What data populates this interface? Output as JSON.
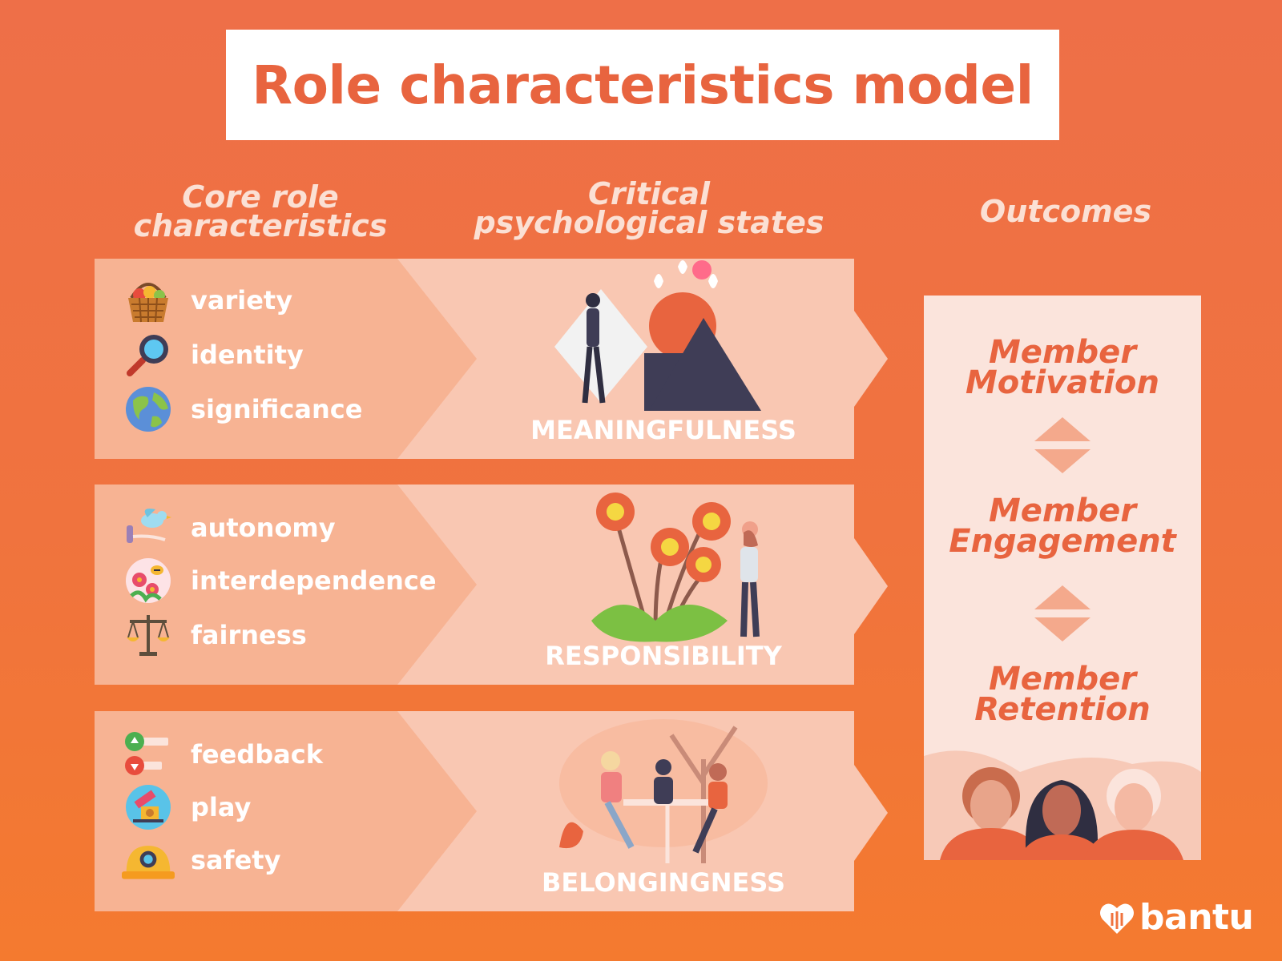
{
  "title": "Role characteristics model",
  "columns": {
    "core": [
      "Core role",
      "characteristics"
    ],
    "states": [
      "Critical",
      "psychological states"
    ],
    "outcomes": "Outcomes"
  },
  "rows": [
    {
      "items": [
        {
          "label": "variety",
          "icon": "basket-icon"
        },
        {
          "label": "identity",
          "icon": "magnifier-icon"
        },
        {
          "label": "significance",
          "icon": "globe-icon"
        }
      ],
      "state": "MEANINGFULNESS"
    },
    {
      "items": [
        {
          "label": "autonomy",
          "icon": "bird-icon"
        },
        {
          "label": "interdependence",
          "icon": "flower-bee-icon"
        },
        {
          "label": "fairness",
          "icon": "scales-icon"
        }
      ],
      "state": "RESPONSIBILITY"
    },
    {
      "items": [
        {
          "label": "feedback",
          "icon": "feedback-icon"
        },
        {
          "label": "play",
          "icon": "play-icon"
        },
        {
          "label": "safety",
          "icon": "helmet-icon"
        }
      ],
      "state": "BELONGINGNESS"
    }
  ],
  "outcomes": [
    [
      "Member",
      "Motivation"
    ],
    [
      "Member",
      "Engagement"
    ],
    [
      "Member",
      "Retention"
    ]
  ],
  "logo": "bantu",
  "colors": {
    "accent": "#e8643f",
    "panel_light": "#f9c7b2",
    "panel_mid": "#f7b393",
    "outcome_bg": "#fbe4dc"
  }
}
